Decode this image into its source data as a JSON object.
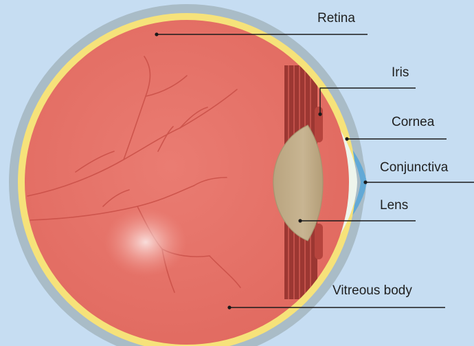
{
  "labels": {
    "retina": "Retina",
    "iris": "Iris",
    "cornea": "Cornea",
    "conjunctiva": "Conjunctiva",
    "lens": "Lens",
    "vitreous_body": "Vitreous body"
  },
  "colors": {
    "background": "#c6ddf2",
    "sclera": "#a9bcc7",
    "retina_layer": "#f6e27a",
    "vitreous_body": "#e57369",
    "blood_vessel": "#d9534a",
    "ciliary_muscle": "#9c3732",
    "lens": "#c2af8c",
    "anterior_chamber": "#eef5ec",
    "conjunctiva_layer": "#62a9d6",
    "leader_line": "#1a1a1a"
  }
}
